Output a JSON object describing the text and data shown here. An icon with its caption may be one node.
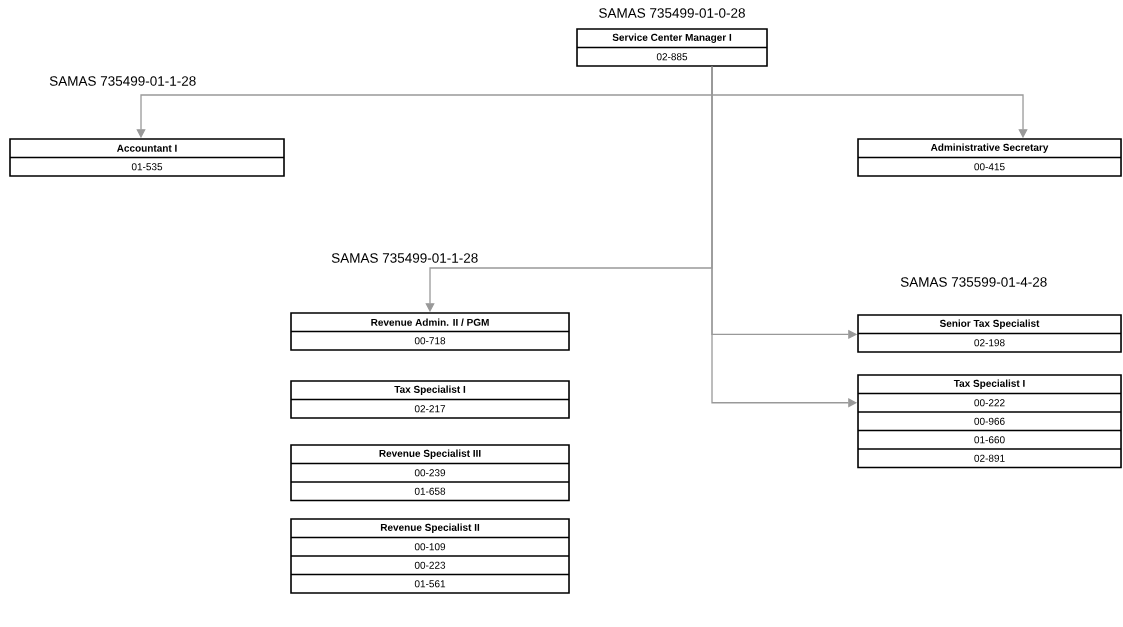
{
  "diagram": {
    "nodes": [
      {
        "text": [
          "Service Center Manager I",
          "02-885"
        ]
      },
      {
        "text": [
          "Accountant I",
          "01-535"
        ]
      },
      {
        "text": [
          "Administrative Secretary",
          "00-415"
        ]
      },
      {
        "text": [
          "Revenue Admin. II / PGM",
          "00-718"
        ]
      },
      {
        "text": [
          "Tax Specialist I",
          "02-217"
        ]
      },
      {
        "text": [
          "Revenue Specialist III",
          "00-239",
          "01-658"
        ]
      },
      {
        "text": [
          "Revenue Specialist II",
          "00-109",
          "00-223",
          "01-561"
        ]
      },
      {
        "text": [
          "Senior Tax Specialist",
          "02-198"
        ]
      },
      {
        "text": [
          "Tax Specialist I",
          "00-222",
          "00-966",
          "01-660",
          "02-891"
        ]
      }
    ],
    "edges": [
      {
        "from": 0,
        "to": 1,
        "arrow": "to"
      },
      {
        "from": 0,
        "to": 2,
        "arrow": "to"
      },
      {
        "from": 0,
        "to": 3,
        "arrow": "to"
      },
      {
        "from": 0,
        "to": 7,
        "arrow": "to"
      },
      {
        "from": 0,
        "to": 8,
        "arrow": "to"
      }
    ],
    "labels": [
      "SAMAS  735499-01-0-28",
      "SAMAS 735499-01-1-28",
      "SAMAS 735499-01-1-28",
      "SAMAS 735599-01-4-28"
    ]
  }
}
